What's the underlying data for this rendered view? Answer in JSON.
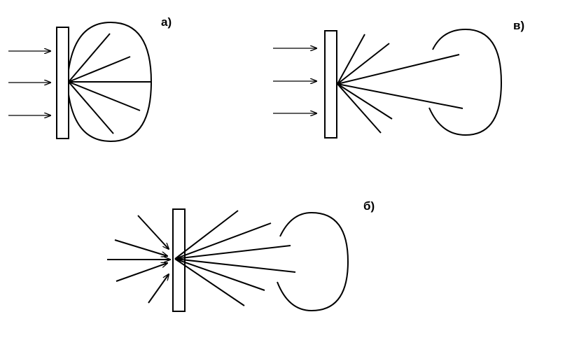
{
  "colors": {
    "stroke": "#000000",
    "background": "#ffffff"
  },
  "panels": [
    {
      "id": "a",
      "label": "а)"
    },
    {
      "id": "v",
      "label": "в)"
    },
    {
      "id": "b",
      "label": "б)"
    }
  ]
}
